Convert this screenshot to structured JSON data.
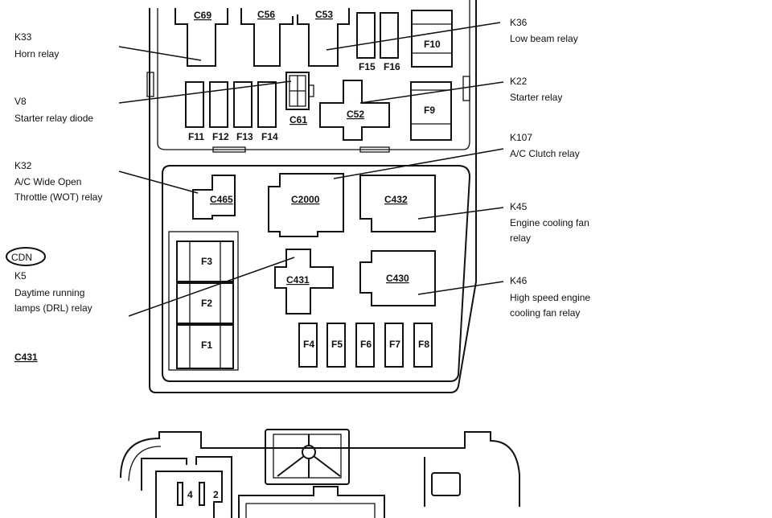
{
  "callouts_left": [
    {
      "id": "K33",
      "desc": [
        "Horn relay"
      ]
    },
    {
      "id": "V8",
      "desc": [
        "Starter relay diode"
      ]
    },
    {
      "id": "K32",
      "desc": [
        "A/C Wide Open",
        "Throttle (WOT) relay"
      ]
    },
    {
      "id": "K5",
      "desc": [
        "Daytime running",
        "lamps (DRL) relay"
      ]
    }
  ],
  "cdn_badge": "CDN",
  "c431_note": "C431",
  "callouts_right": [
    {
      "id": "K36",
      "desc": [
        "Low beam relay"
      ]
    },
    {
      "id": "K22",
      "desc": [
        "Starter relay"
      ]
    },
    {
      "id": "K107",
      "desc": [
        "A/C Clutch relay"
      ]
    },
    {
      "id": "K45",
      "desc": [
        "Engine cooling fan",
        "relay"
      ]
    },
    {
      "id": "K46",
      "desc": [
        "High speed engine",
        "cooling fan relay"
      ]
    }
  ],
  "connectors": {
    "c69": "C69",
    "c56": "C56",
    "c53": "C53",
    "c61": "C61",
    "c52": "C52",
    "c465": "C465",
    "c2000": "C2000",
    "c432": "C432",
    "c431": "C431",
    "c430": "C430"
  },
  "fuses": {
    "f1": "F1",
    "f2": "F2",
    "f3": "F3",
    "f4": "F4",
    "f5": "F5",
    "f6": "F6",
    "f7": "F7",
    "f8": "F8",
    "f9": "F9",
    "f10": "F10",
    "f11": "F11",
    "f12": "F12",
    "f13": "F13",
    "f14": "F14",
    "f15": "F15",
    "f16": "F16"
  },
  "pins": {
    "p4": "4",
    "p2": "2"
  }
}
